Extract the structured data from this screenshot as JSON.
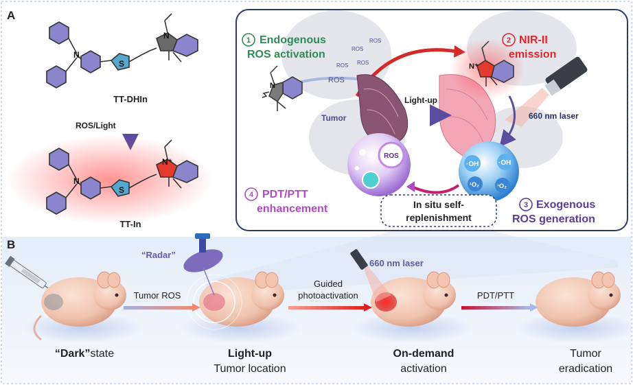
{
  "panel_a": {
    "label": "A",
    "molecule_top": "TT-DHIn",
    "molecule_bottom": "TT-In",
    "arrow_label": "ROS/Light",
    "atom_labels": {
      "n": "N",
      "s": "S",
      "n_plus": "N⁺"
    },
    "mechanism": {
      "step1_num": "1",
      "step1_line1": "Endogenous",
      "step1_line2": "ROS activation",
      "step2_num": "2",
      "step2_line1": "NIR-II",
      "step2_line2": "emission",
      "step3_num": "3",
      "step3_line1": "Exogenous",
      "step3_line2": "ROS generation",
      "step4_num": "4",
      "step4_line1": "PDT/PTT",
      "step4_line2": "enhancement",
      "tumor": "Tumor",
      "light_up": "Light-up",
      "laser": "660 nm laser",
      "ros_small": "ROS",
      "ros_bubble": "ROS",
      "oh": "·OH",
      "o2": "¹O₂",
      "center_line1": "In situ self-",
      "center_line2": "replenishment"
    }
  },
  "panel_b": {
    "label": "B",
    "radar": "“Radar”",
    "laser": "660 nm laser",
    "arrow1": "Tumor ROS",
    "arrow2_line1": "Guided",
    "arrow2_line2": "photoactivation",
    "arrow3": "PDT/PTT",
    "stage1_bold": "“Dark”",
    "stage1_rest": "state",
    "stage2_line1": "Light-up",
    "stage2_line2": "Tumor location",
    "stage3_line1": "On-demand",
    "stage3_line2": "activation",
    "stage4_line1": "Tumor",
    "stage4_line2": "eradication"
  },
  "colors": {
    "green": "#2e8b57",
    "red": "#e8232a",
    "purple": "#5a3d9a",
    "magenta": "#b04ac8",
    "dark_text": "#2b2b2b",
    "blue_text": "#3b4a9a"
  }
}
